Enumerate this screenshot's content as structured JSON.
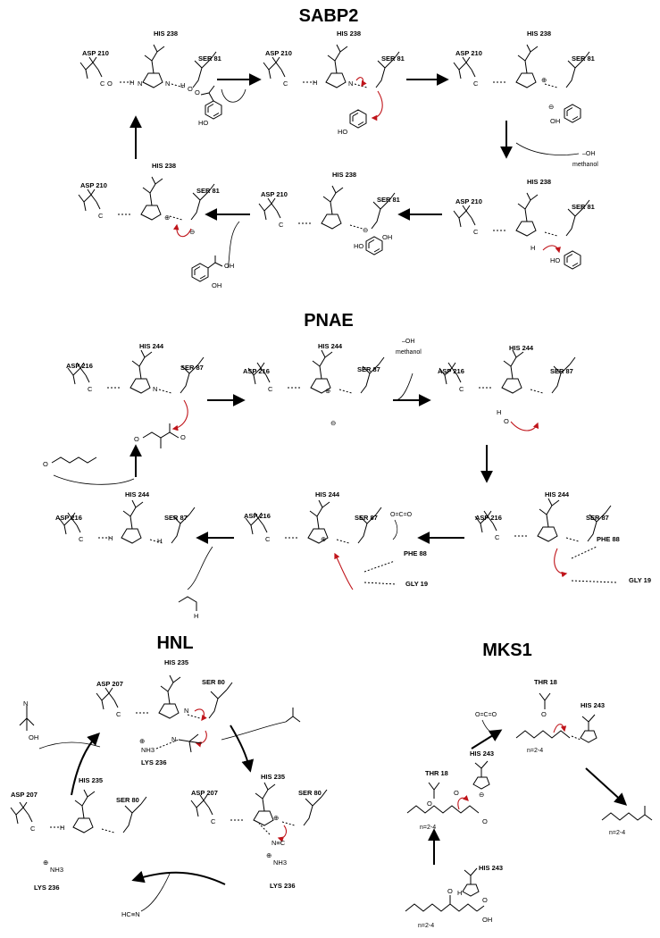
{
  "sections": {
    "sabp2": "SABP2",
    "pnae": "PNAE",
    "hnl": "HNL",
    "mks1": "MKS1"
  },
  "residues": {
    "asp210": "ASP 210",
    "his238": "HIS 238",
    "ser81": "SER 81",
    "asp216": "ASP 216",
    "his244": "HIS 244",
    "ser87": "SER 87",
    "phe88": "PHE 88",
    "gly19": "GLY 19",
    "asp207": "ASP 207",
    "his235": "HIS 235",
    "ser80": "SER 80",
    "lys236": "LYS 236",
    "thr18": "THR 18",
    "his243": "HIS 243"
  },
  "atoms": {
    "c": "C",
    "o": "O",
    "h": "H",
    "n": "N",
    "oh": "OH",
    "ho": "HO",
    "nh3": "NH3",
    "plus": "⊕",
    "minus": "⊖",
    "co2": "O=C=O",
    "hcn": "HC≡N",
    "ncn": "N≡C"
  },
  "labels": {
    "leaving_oh": "–OH",
    "methanol": "methanol",
    "n_range": "n=2-4"
  },
  "colors": {
    "red_arrow": "#c0151b",
    "ink": "#000000"
  }
}
